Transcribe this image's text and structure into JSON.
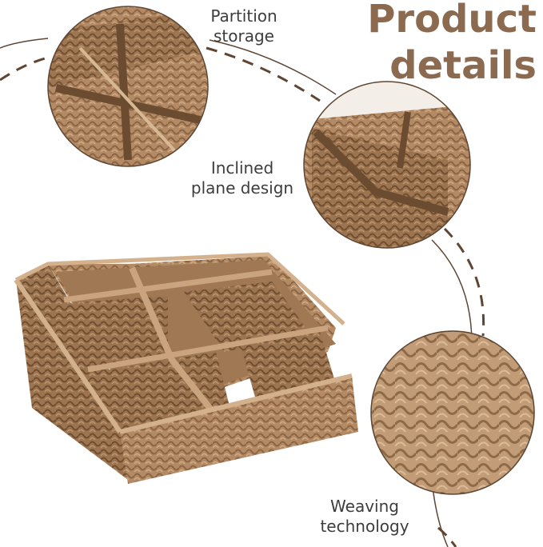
{
  "heading": {
    "line1": "Product",
    "line2": "details",
    "color": "#8c6a4f"
  },
  "features": [
    {
      "line1": "Partition",
      "line2": "storage",
      "image": "basket-partition-closeup"
    },
    {
      "line1": "Inclined",
      "line2": "plane design",
      "image": "basket-incline-closeup"
    },
    {
      "line1": "Weaving",
      "line2": "technology",
      "image": "basket-weave-closeup"
    }
  ],
  "product": {
    "image": "woven-desk-organizer-basket"
  },
  "colors": {
    "rattan": "#b48a64",
    "rattan_dark": "#7e5b3e",
    "dashed_line": "#5e4633"
  }
}
